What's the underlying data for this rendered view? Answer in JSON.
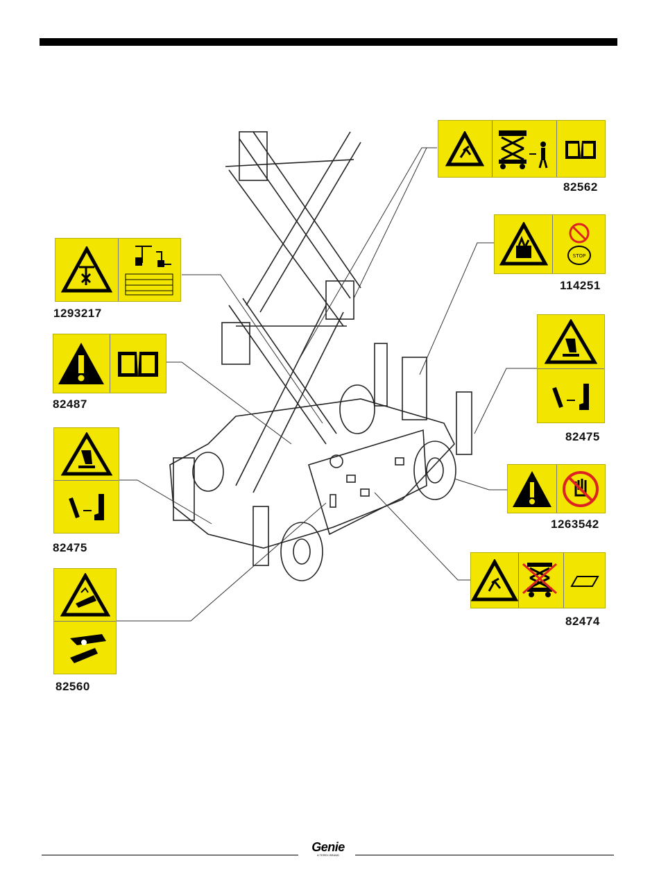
{
  "decals": [
    {
      "id": "82562",
      "label": "82562"
    },
    {
      "id": "114251",
      "label": "114251"
    },
    {
      "id": "1293217",
      "label": "1293217"
    },
    {
      "id": "82487",
      "label": "82487"
    },
    {
      "id": "82475_right",
      "label": "82475"
    },
    {
      "id": "82475_left",
      "label": "82475"
    },
    {
      "id": "1263542",
      "label": "1263542"
    },
    {
      "id": "82474",
      "label": "82474"
    },
    {
      "id": "82560",
      "label": "82560"
    }
  ],
  "icons": {
    "warning_triangle": "warning-triangle-icon",
    "manual": "manual-book-icon",
    "danger": "danger-exclamation-icon",
    "no_hand": "no-hand-prohibition-icon",
    "no_flame": "no-flame-icon",
    "crush_foot": "foot-crush-icon",
    "scissor_lift": "scissor-lift-icon"
  },
  "colors": {
    "decal_yellow": "#f2e600",
    "ink": "#000000"
  },
  "footer": {
    "brand": "Genie",
    "sub": "A TEREX BRAND"
  }
}
